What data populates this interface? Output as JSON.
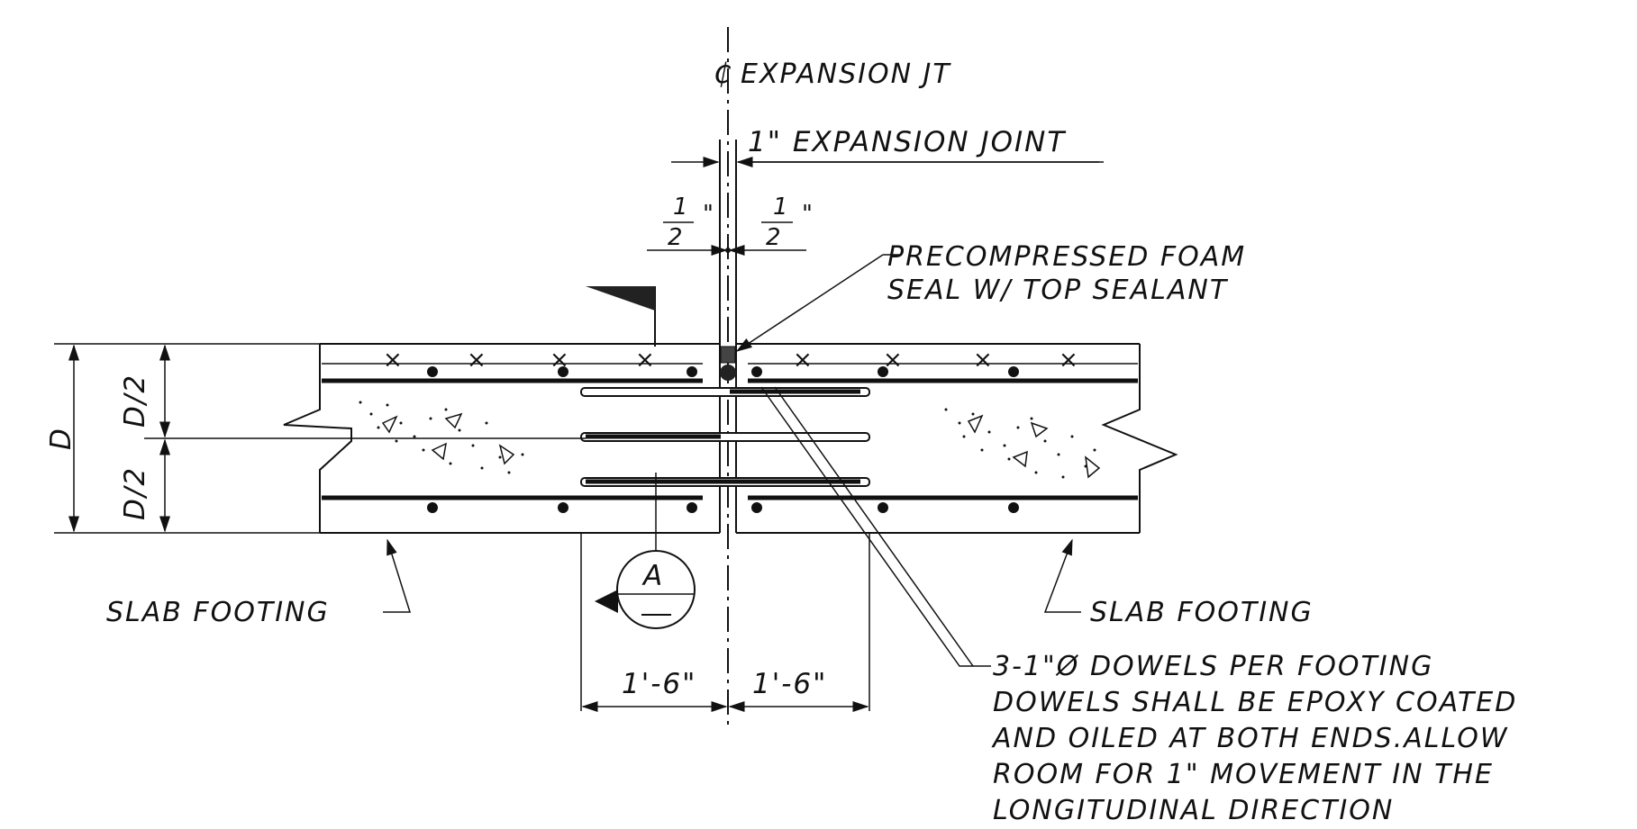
{
  "labels": {
    "centerline_symbol": "₵",
    "centerline": "EXPANSION JT",
    "joint_width": "1\" EXPANSION JOINT",
    "half_num": "1",
    "half_den": "2",
    "inch_mark": "\"",
    "seal_line1": "PRECOMPRESSED FOAM",
    "seal_line2": "SEAL W/ TOP SEALANT",
    "depth": "D",
    "half_depth": "D/2",
    "slab_left": "SLAB FOOTING",
    "slab_right": "SLAB FOOTING",
    "section_mark": "A",
    "dim_left": "1'-6\"",
    "dim_right": "1'-6\"",
    "note_line1": "3-1\"Ø   DOWELS PER FOOTING",
    "note_line2": "DOWELS SHALL BE EPOXY COATED",
    "note_line3": "AND OILED AT BOTH ENDS.ALLOW",
    "note_line4": "ROOM FOR 1\" MOVEMENT IN THE",
    "note_line5": "LONGITUDINAL DIRECTION"
  },
  "colors": {
    "ink": "#111111",
    "paper": "#ffffff"
  }
}
